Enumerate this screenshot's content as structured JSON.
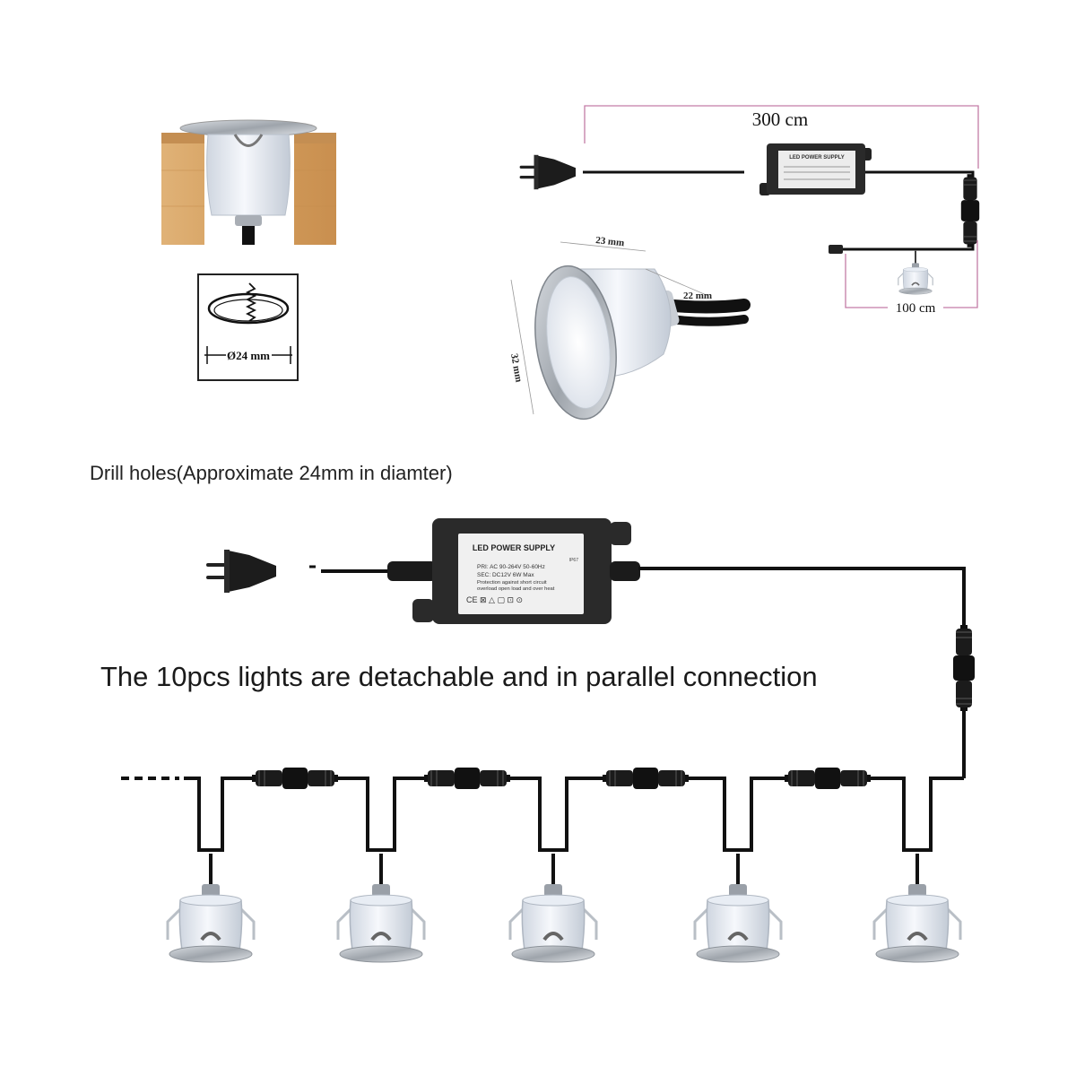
{
  "top_diagram": {
    "length_main": "300 cm",
    "length_light": "100 cm",
    "psu_label": "LED POWER SUPPLY"
  },
  "hole_diagram": {
    "diameter": "Ø24 mm"
  },
  "light_dimensions": {
    "top": "23 mm",
    "depth": "22 mm",
    "height": "32 mm"
  },
  "captions": {
    "drill": "Drill holes(Approximate 24mm in diamter)",
    "parallel": "The 10pcs lights are detachable and in parallel connection"
  },
  "power_supply": {
    "title": "LED POWER SUPPLY",
    "pri": "PRI: AC 90-264V  50-60Hz",
    "sec": "SEC: DC12V      6W Max",
    "protection_1": "Protection against short circuit",
    "protection_2": "overload open load and over heat",
    "ip": "IP67",
    "symbols": "CE  ⊠  △  ▢  ⊡  ⊙"
  },
  "colors": {
    "cable": "#111111",
    "dimension_line": "#c47ca6",
    "psu_body": "#2a2a2a",
    "wood": "#d6a565"
  }
}
